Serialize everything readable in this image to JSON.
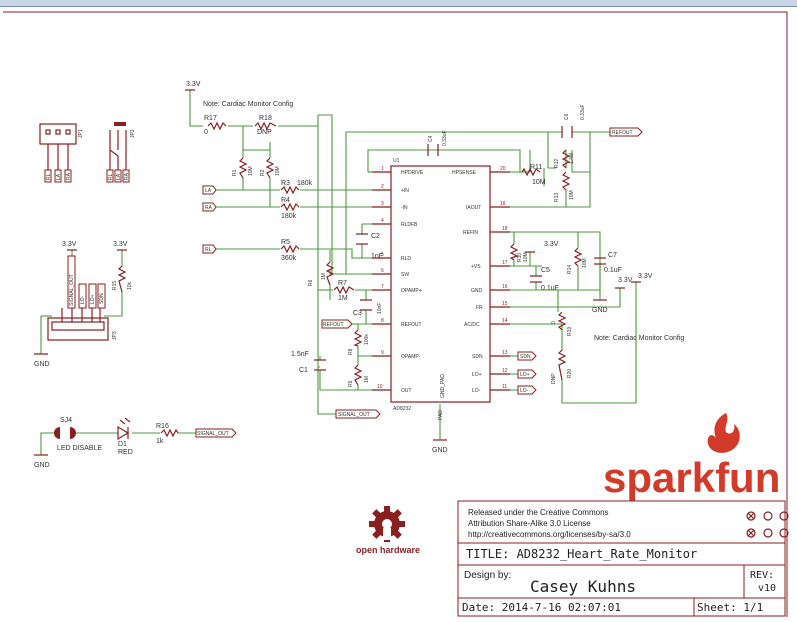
{
  "notes": {
    "cardiac_top": "Note: Cardiac Monitor Config",
    "cardiac_right": "Note: Cardiac Monitor Config"
  },
  "supplies": {
    "vcc": "3.3V",
    "gnd": "GND"
  },
  "resistors": {
    "r17": {
      "ref": "R17",
      "val": "0"
    },
    "r18": {
      "ref": "R18",
      "val": "DNP"
    },
    "r1": {
      "ref": "R1",
      "val": "10M"
    },
    "r2": {
      "ref": "R2",
      "val": "10M"
    },
    "r3": {
      "ref": "R3",
      "val": "180k"
    },
    "r4": {
      "ref": "R4",
      "val": "180k"
    },
    "r5": {
      "ref": "R5",
      "val": "360k"
    },
    "r6": {
      "ref": "R6",
      "val": "1M"
    },
    "r7": {
      "ref": "R7",
      "val": "1M"
    },
    "r8": {
      "ref": "R8",
      "val": "100k"
    },
    "r9": {
      "ref": "R9",
      "val": "1M"
    },
    "r10": {
      "ref": "R10",
      "val": "10M"
    },
    "r11": {
      "ref": "R11",
      "val": "10M"
    },
    "r12": {
      "ref": "R12",
      "val": "1.4M"
    },
    "r13": {
      "ref": "R13",
      "val": "10M"
    },
    "r14": {
      "ref": "R14",
      "val": "10M"
    },
    "r16": {
      "ref": "R16",
      "val": "1k"
    },
    "r19": {
      "ref": "R19",
      "val": "0"
    },
    "r20": {
      "ref": "R20",
      "val": "DNP"
    },
    "r15": {
      "ref": "R15",
      "val": "10k"
    }
  },
  "capacitors": {
    "c1": {
      "ref": "C1",
      "val": "1.5nF"
    },
    "c2": {
      "ref": "C2",
      "val": "1nF"
    },
    "c3": {
      "ref": "C3",
      "val": "10nF"
    },
    "c4": {
      "ref": "C4",
      "val": "0.33uF"
    },
    "c5": {
      "ref": "C5",
      "val": "0.1uF"
    },
    "c6": {
      "ref": "C6",
      "val": "0.33uF"
    },
    "c7": {
      "ref": "C7",
      "val": "0.1uF"
    }
  },
  "ic": {
    "ref": "U1",
    "part": "AD8232",
    "gnd_pad": "GND_PAD",
    "pad": "PAD",
    "left_pins": [
      {
        "num": "2",
        "name": "+IN"
      },
      {
        "num": "3",
        "name": "-IN"
      },
      {
        "num": "4",
        "name": "RLDFB"
      },
      {
        "num": "5",
        "name": "RLD"
      },
      {
        "num": "6",
        "name": "SW"
      },
      {
        "num": "7",
        "name": "OPAMP+"
      },
      {
        "num": "8",
        "name": "REFOUT"
      },
      {
        "num": "9",
        "name": "OPAMP-"
      },
      {
        "num": "10",
        "name": "OUT"
      }
    ],
    "right_pins": [
      {
        "num": "18",
        "name": "REFIN"
      },
      {
        "num": "17",
        "name": "+VS"
      },
      {
        "num": "16",
        "name": "GND"
      },
      {
        "num": "15",
        "name": "FR"
      },
      {
        "num": "14",
        "name": "AC/DC"
      },
      {
        "num": "13",
        "name": "SDN"
      },
      {
        "num": "12",
        "name": "LO+"
      },
      {
        "num": "11",
        "name": "LO-"
      }
    ],
    "top_left": {
      "num": "1",
      "name": "HPDRIVE"
    },
    "top_right": {
      "num": "20",
      "name": "HPSENSE"
    },
    "iaout": {
      "num": "19",
      "name": "IAOUT"
    }
  },
  "net_labels": {
    "la": "LA",
    "ra": "RA",
    "rl": "RL",
    "refout": "REFOUT",
    "signal_out": "SIGNAL_OUT",
    "sdn": "SDN",
    "lo_plus": "LO+",
    "lo_minus": "LO-"
  },
  "connectors": {
    "jp1": "JP1",
    "jp2": "JP2",
    "jp3": "JP3",
    "jp1_pins": [
      "RL",
      "LA",
      "RA"
    ],
    "jp3_pins": [
      "SIGNAL_OUT",
      "LO-",
      "LO+",
      "SDN"
    ]
  },
  "led": {
    "sj4": "SJ4",
    "disable": "LED DISABLE",
    "d1": "D1",
    "color": "RED"
  },
  "branding": {
    "sparkfun": "sparkfun",
    "open_hardware": "open hardware"
  },
  "title_block": {
    "license_lines": [
      "Released under the Creative Commons",
      "Attribution Share-Alike 3.0 License",
      "http://creativecommons.org/licenses/by-sa/3.0"
    ],
    "title": "TITLE: AD8232_Heart_Rate_Monitor",
    "design_by_label": "Design by:",
    "designer": "Casey Kuhns",
    "rev_label": "REV:",
    "rev": "v10",
    "date": "Date: 2014-7-16 02:07:01",
    "sheet": "Sheet: 1/1"
  },
  "colors": {
    "wire": "#4a9a3a",
    "part": "#8a1f1f",
    "sparkfun_red": "#d23a2a",
    "frame_top": "#b8c7dc"
  }
}
